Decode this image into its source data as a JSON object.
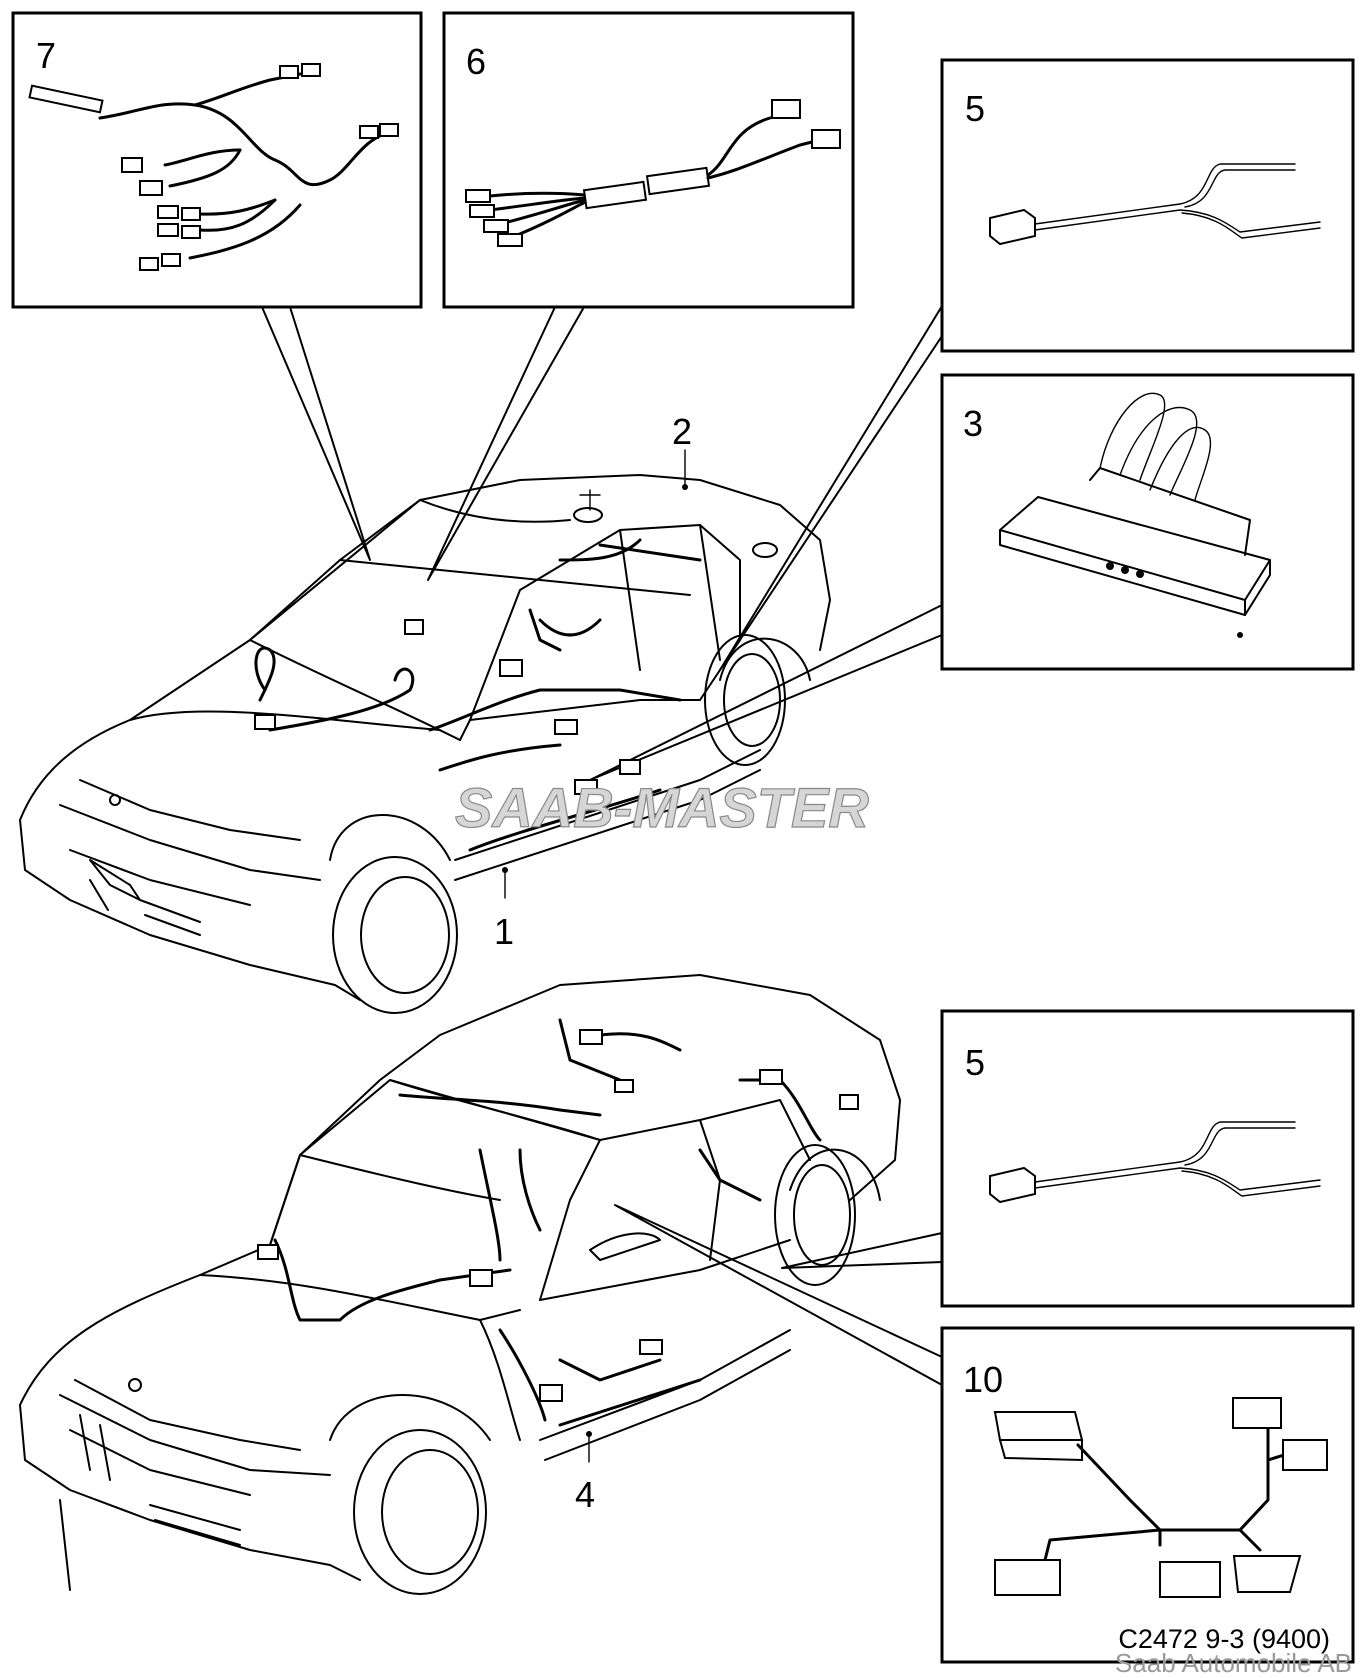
{
  "callouts": {
    "c7": "7",
    "c6": "6",
    "c5_top": "5",
    "c3": "3",
    "c2": "2",
    "c1": "1",
    "c5_bottom": "5",
    "c10": "10",
    "c4": "4"
  },
  "watermark": "SAAB-MASTER",
  "drawing_ref": "C2472 9-3 (9400)",
  "footer": "Saab Automobile AB"
}
